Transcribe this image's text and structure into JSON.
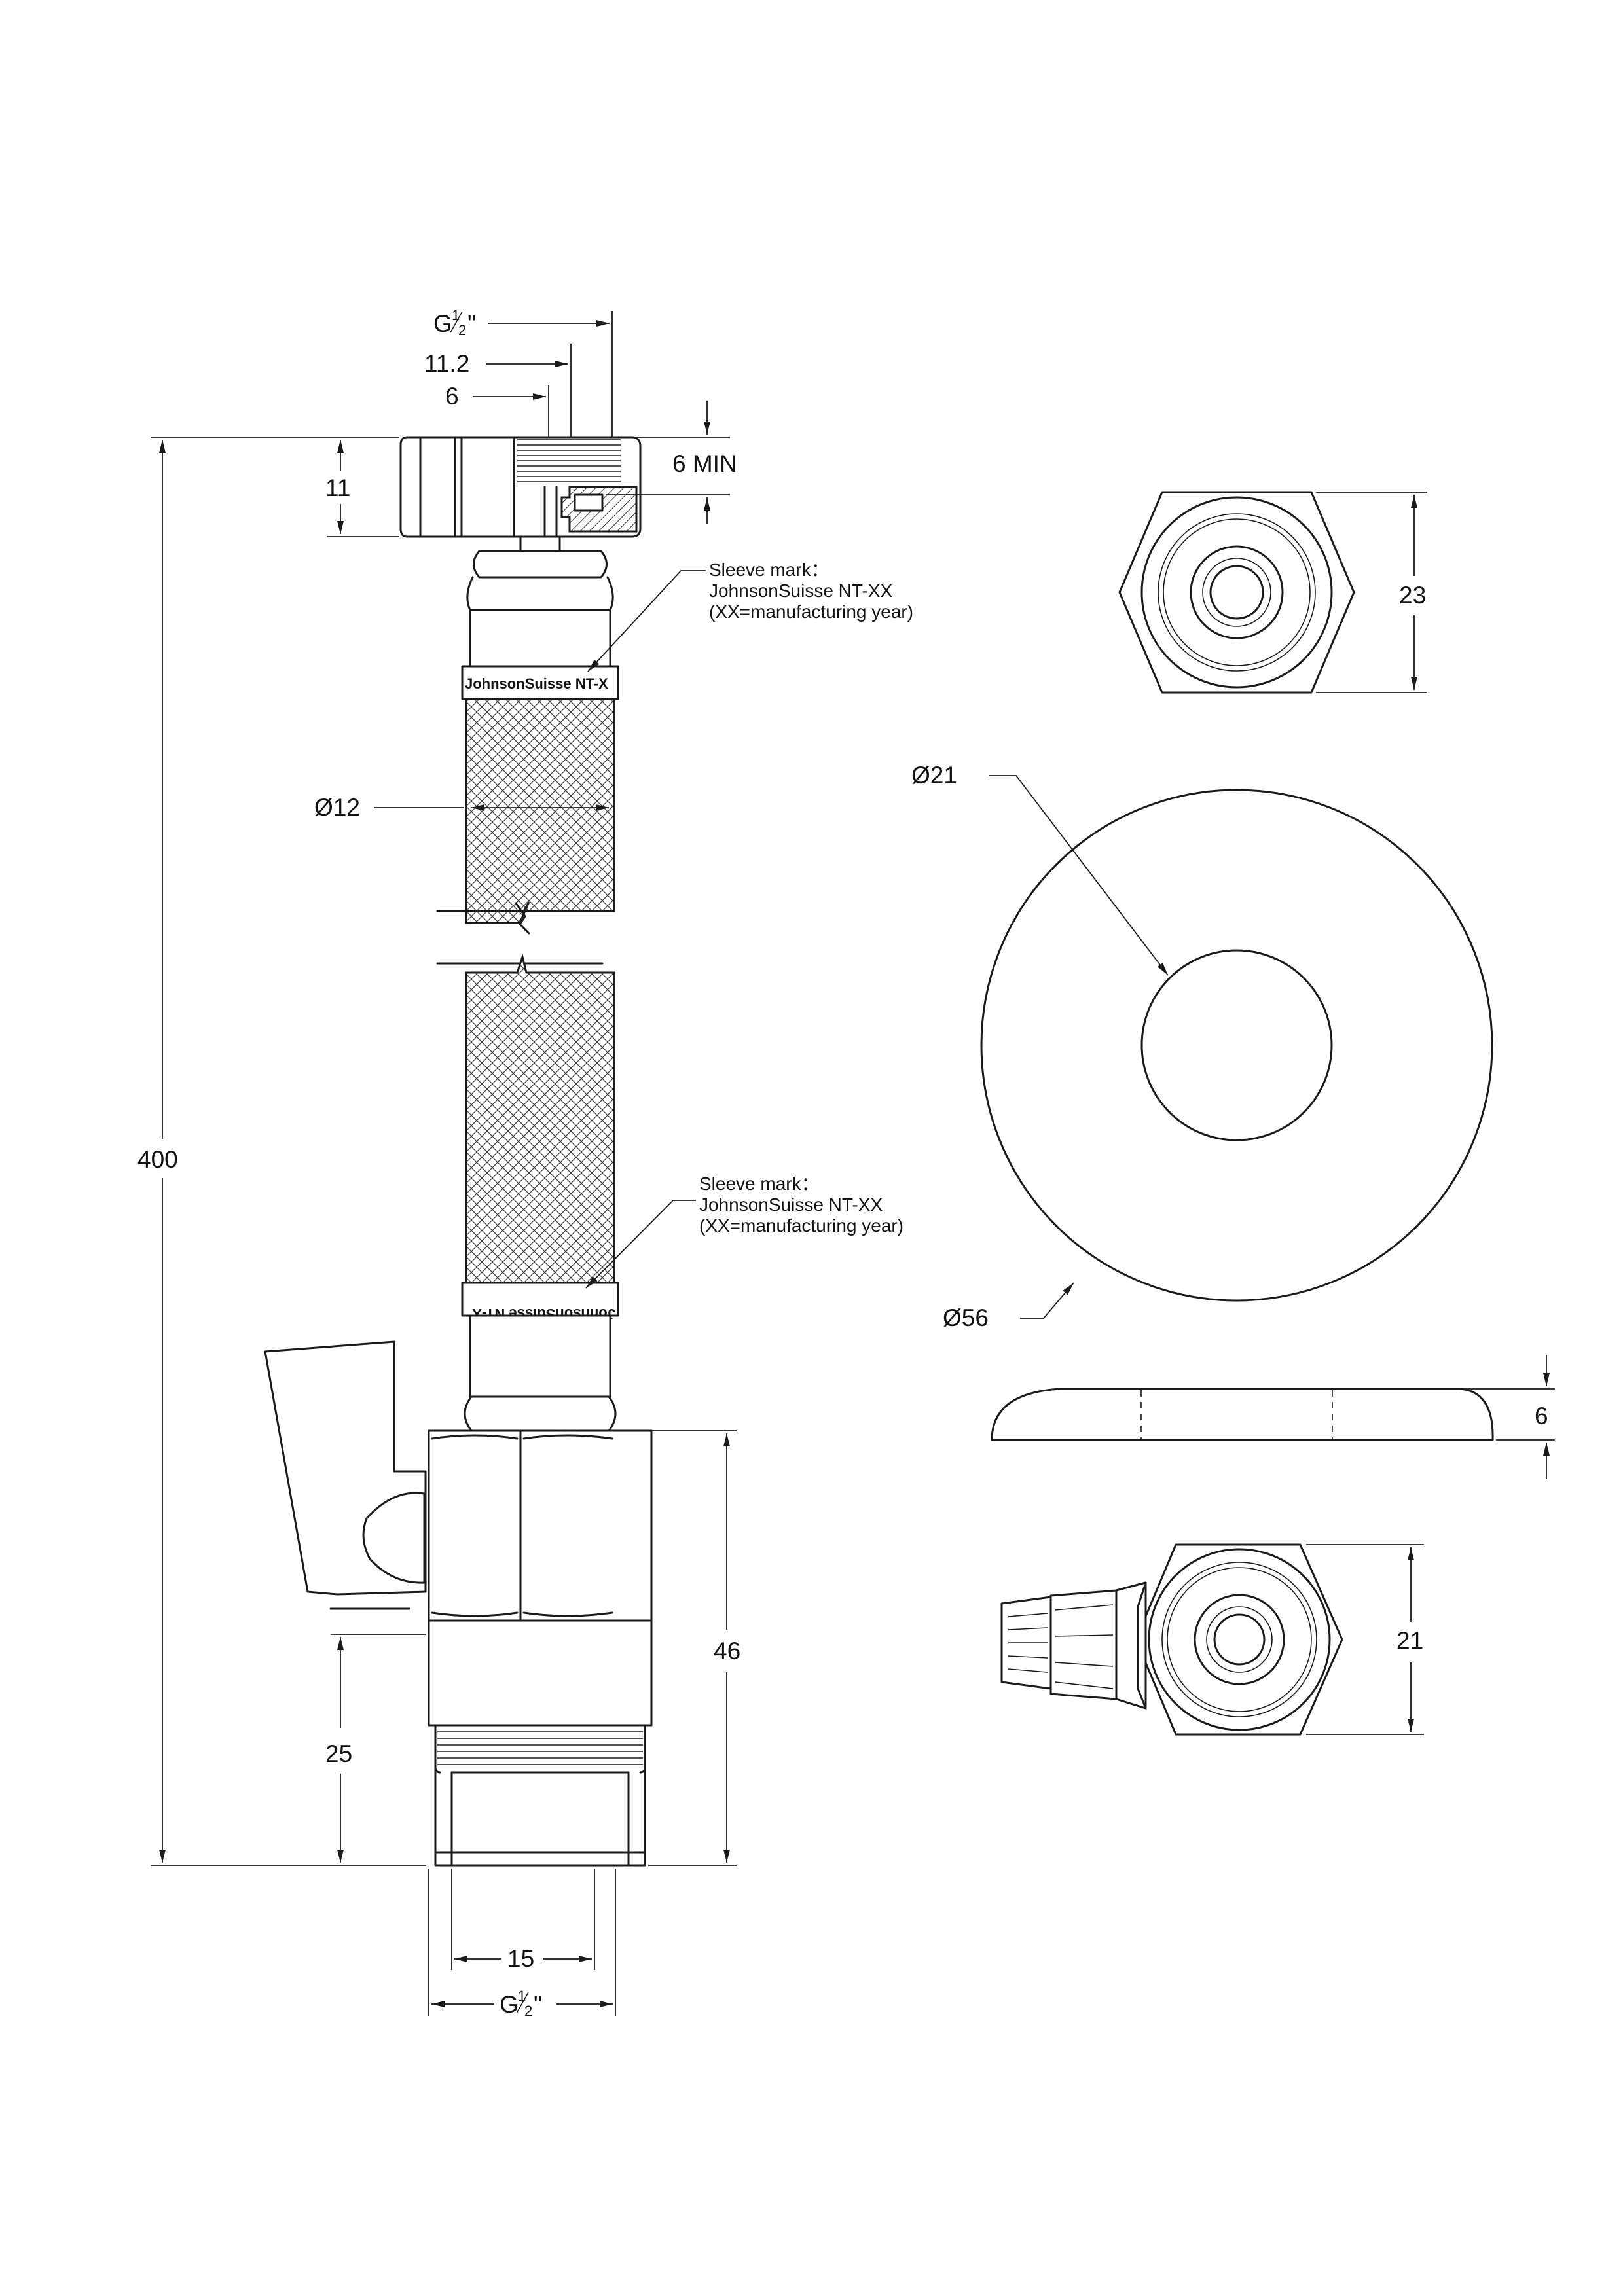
{
  "dimensions": {
    "thread_top": "G",
    "thread_bottom": "G",
    "half_num": "1",
    "half_den": "2",
    "inch": "\"",
    "depth_11_2": "11.2",
    "depth_6": "6",
    "height_11": "11",
    "six_min": "6 MIN",
    "overall_400": "400",
    "hose_dia": "Ø12",
    "body_46": "46",
    "thread_25": "25",
    "bore_15": "15",
    "hex_23": "23",
    "flange_inner": "Ø21",
    "flange_outer": "Ø56",
    "flange_thickness": "6",
    "valve_hex_21": "21"
  },
  "annotations": {
    "sleeve_top": {
      "line1": "Sleeve mark：",
      "line2": "JohnsonSuisse NT-XX",
      "line3": "(XX=manufacturing year)"
    },
    "sleeve_bottom": {
      "line1": "Sleeve mark：",
      "line2": "JohnsonSuisse NT-XX",
      "line3": "(XX=manufacturing year)"
    }
  },
  "sleeve_print": {
    "top": "JohnsonSuisse NT-X",
    "bottom": "JohnsonSuisse NT-X"
  }
}
